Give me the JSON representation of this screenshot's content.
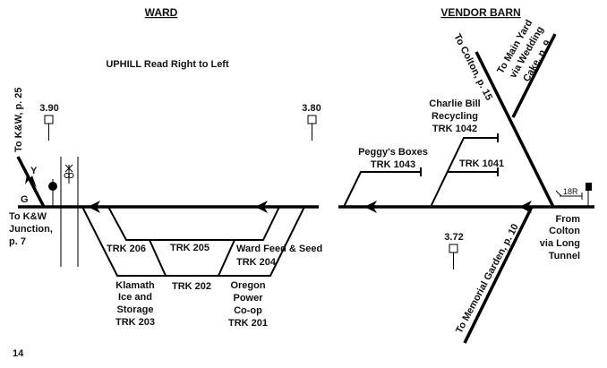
{
  "page_number": "14",
  "ward": {
    "title": "WARD",
    "subtitle": "UPHILL Read Right to Left",
    "mileposts": [
      {
        "label": "3.90"
      },
      {
        "label": "3.80"
      }
    ],
    "connections": {
      "kw_p25": "To K&W, p. 25",
      "kw_junction": [
        "To K&W",
        "Junction,",
        "p. 7"
      ]
    },
    "signal_aspects": {
      "y": "Y",
      "g": "G"
    },
    "tracks": {
      "trk206": "TRK 206",
      "trk205": "TRK 205",
      "trk204": [
        "Ward Feed & Seed",
        "TRK 204"
      ],
      "trk202": "TRK 202",
      "trk203": [
        "Klamath",
        "Ice and",
        "Storage",
        "TRK 203"
      ],
      "trk201": [
        "Oregon",
        "Power",
        "Co-op",
        "TRK 201"
      ]
    }
  },
  "vendor_barn": {
    "title": "VENDOR BARN",
    "mileposts": [
      {
        "label": "3.72"
      }
    ],
    "connections": {
      "colton_p15": "To Colton, p. 15",
      "main_yard": [
        "To Main Yard",
        "via Wedding",
        "Cake, p. 9"
      ],
      "memorial_garden": "To Memorial Garden, p. 10",
      "from_colton": [
        "From",
        "Colton",
        "via Long",
        "Tunnel"
      ]
    },
    "signal_label": "18R",
    "tracks": {
      "trk1042": [
        "Charlie Bill",
        "Recycling",
        "TRK 1042"
      ],
      "trk1043": [
        "Peggy's Boxes",
        "TRK 1043"
      ],
      "trk1041": "TRK 1041"
    }
  }
}
